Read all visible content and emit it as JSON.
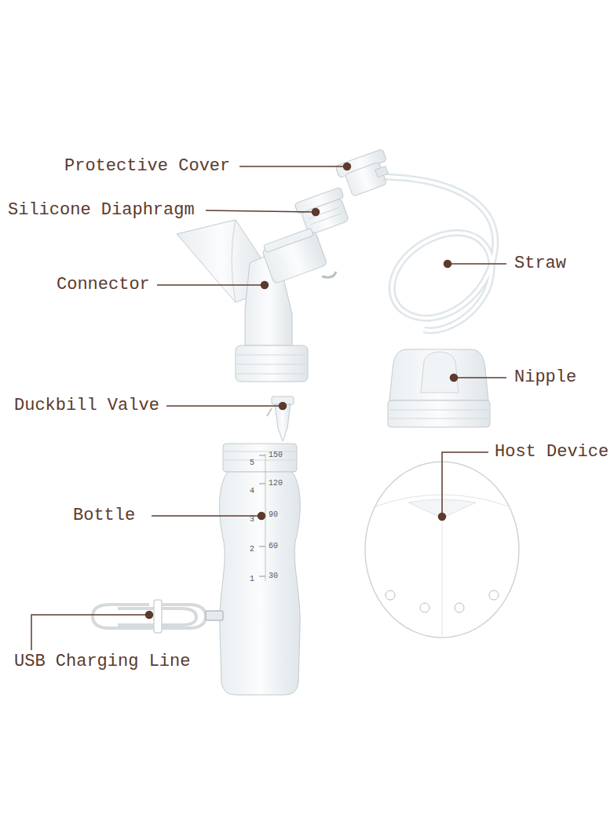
{
  "diagram": {
    "labels": [
      "Protective Cover",
      "Silicone Diaphragm",
      "Straw",
      "Connector",
      "Nipple",
      "Duckbill Valve",
      "Host Device",
      "Bottle",
      "USB Charging Line",
      "150",
      "120",
      "90",
      "60",
      "30",
      "5",
      "4",
      "3",
      "2",
      "1"
    ]
  }
}
